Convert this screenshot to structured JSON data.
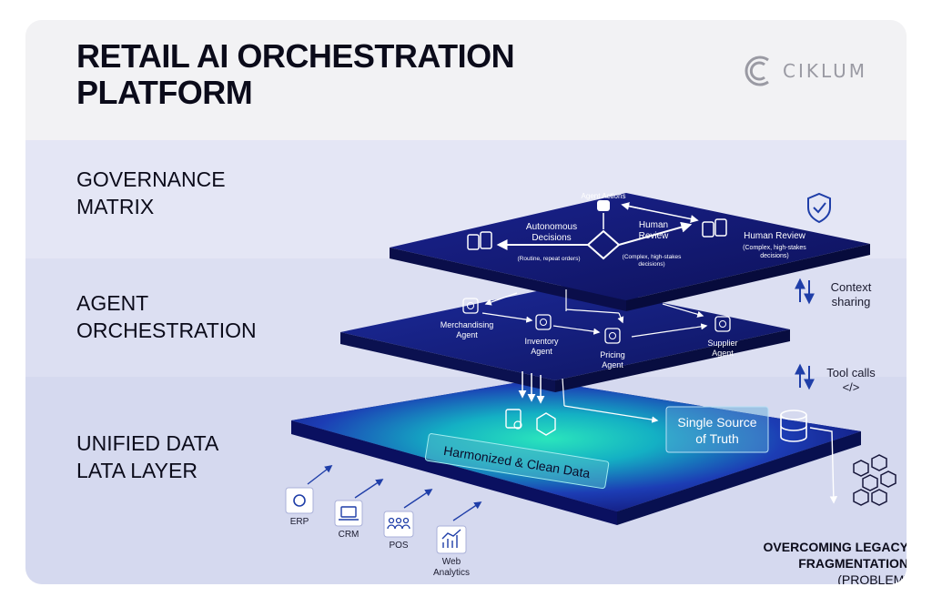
{
  "header": {
    "title_line1": "RETAIL AI ORCHESTRATION",
    "title_line2": "PLATFORM",
    "logo_text": "CIKLUM"
  },
  "layers": {
    "governance": {
      "line1": "GOVERNANCE",
      "line2": "MATRIX"
    },
    "agent": {
      "line1": "AGENT",
      "line2": "ORCHESTRATION"
    },
    "data": {
      "line1": "UNIFIED DATA",
      "line2": "LATA LAYER"
    }
  },
  "governance": {
    "agent_actions": "Agent Actions",
    "autonomous_line1": "Autonomous",
    "autonomous_line2": "Decisions",
    "autonomous_sub": "(Routine, repeat orders)",
    "human_line1": "Human",
    "human_line2": "Review",
    "human_sub_line1": "(Complex, high-stakes",
    "human_sub_line2": "decisions)",
    "human_review_title": "Human Review",
    "human_review_sub_line1": "(Complex, high-stakes",
    "human_review_sub_line2": "decisions)"
  },
  "agents": {
    "merch_line1": "Merchandising",
    "merch_line2": "Agent",
    "inventory_line1": "Inventory",
    "inventory_line2": "Agent",
    "pricing_line1": "Pricing",
    "pricing_line2": "Agent",
    "supplier_line1": "Supplier",
    "supplier_line2": "Agent"
  },
  "side": {
    "context_line1": "Context",
    "context_line2": "sharing",
    "tool_line1": "Tool calls",
    "tool_line2": "</>"
  },
  "data_layer": {
    "harmonized": "Harmonized & Clean Data",
    "truth_line1": "Single Source",
    "truth_line2": "of Truth"
  },
  "sources": {
    "erp": "ERP",
    "crm": "CRM",
    "pos": "POS",
    "web_line1": "Web",
    "web_line2": "Analytics"
  },
  "problem": {
    "line1": "OVERCOMING LEGACY",
    "line2": "FRAGMENTATION",
    "line3": "(PROBLEM)"
  },
  "colors": {
    "plane_dark": "#141a6e",
    "plane_mid": "#1f2fa8",
    "accent_teal": "#19e8b8",
    "side_arrow": "#1f3ea8"
  }
}
